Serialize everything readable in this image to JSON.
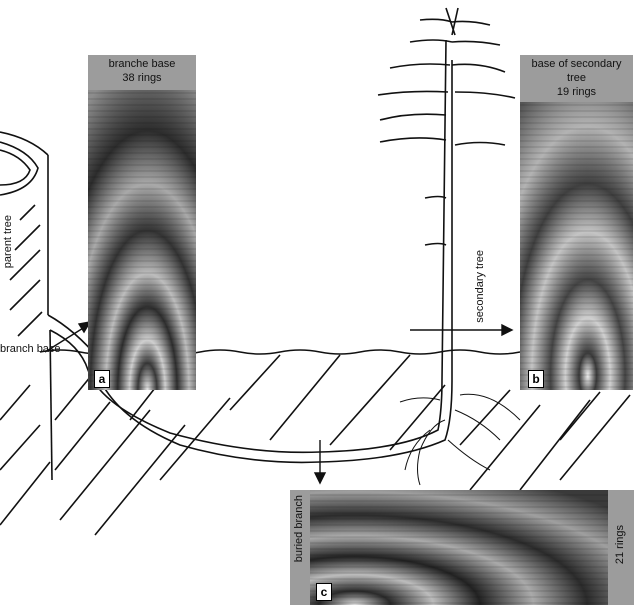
{
  "labels": {
    "parent_tree": "parent tree",
    "branch_base": "branch base",
    "secondary_tree": "secondary tree",
    "buried_branch": "buried branch"
  },
  "panels": {
    "a": {
      "letter": "a",
      "title": "branche base",
      "rings": "38 rings"
    },
    "b": {
      "letter": "b",
      "title_line1": "base of secondary",
      "title_line2": "tree",
      "rings": "19 rings"
    },
    "c": {
      "letter": "c",
      "rings": "21 rings"
    }
  }
}
